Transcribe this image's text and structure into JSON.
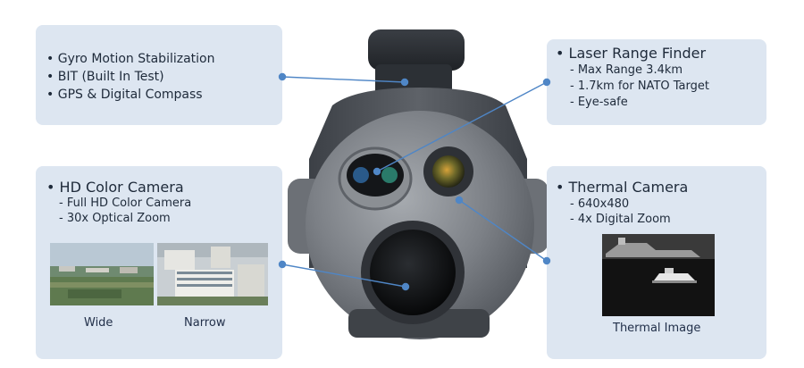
{
  "features": {
    "stabilization": {
      "items": [
        "Gyro Motion Stabilization",
        "BIT (Built In Test)",
        "GPS & Digital Compass"
      ]
    },
    "hd_camera": {
      "title": "HD Color Camera",
      "details": [
        "Full HD Color Camera",
        "30x Optical Zoom"
      ],
      "image_captions": [
        "Wide",
        "Narrow"
      ]
    },
    "laser": {
      "title": "Laser Range Finder",
      "details": [
        "Max Range 3.4km",
        "1.7km for NATO Target",
        "Eye-safe"
      ]
    },
    "thermal": {
      "title": "Thermal Camera",
      "details": [
        "640x480",
        "4x Digital Zoom"
      ],
      "image_caption": "Thermal Image"
    }
  },
  "colors": {
    "box_fill": "#dde6f1",
    "leader": "#4f86c6",
    "housing": "#54585e",
    "ball": "#7c8086"
  }
}
